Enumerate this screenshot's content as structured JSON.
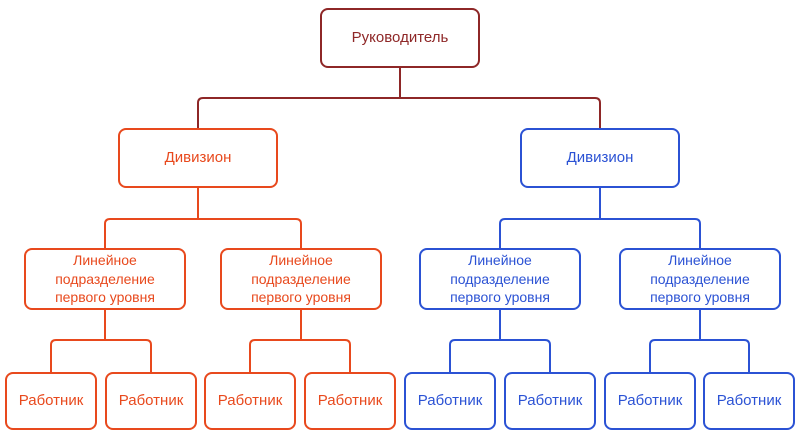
{
  "diagram": {
    "type": "org-chart",
    "root": {
      "label": "Руководитель"
    },
    "divisions": [
      {
        "label": "Дивизион",
        "branch": "left"
      },
      {
        "label": "Дивизион",
        "branch": "right"
      }
    ],
    "departments": [
      {
        "label": "Линейное подразделение первого уровня",
        "branch": "left"
      },
      {
        "label": "Линейное подразделение первого уровня",
        "branch": "left"
      },
      {
        "label": "Линейное подразделение первого уровня",
        "branch": "right"
      },
      {
        "label": "Линейное подразделение первого уровня",
        "branch": "right"
      }
    ],
    "workers": [
      {
        "label": "Работник",
        "branch": "left"
      },
      {
        "label": "Работник",
        "branch": "left"
      },
      {
        "label": "Работник",
        "branch": "left"
      },
      {
        "label": "Работник",
        "branch": "left"
      },
      {
        "label": "Работник",
        "branch": "right"
      },
      {
        "label": "Работник",
        "branch": "right"
      },
      {
        "label": "Работник",
        "branch": "right"
      },
      {
        "label": "Работник",
        "branch": "right"
      }
    ]
  },
  "colors": {
    "root-color": "#8E2727",
    "left-branch-color": "#E8491D",
    "right-branch-color": "#2B52D4",
    "node-background": "#FFFFFF",
    "canvas-background": "#FFFFFF"
  }
}
